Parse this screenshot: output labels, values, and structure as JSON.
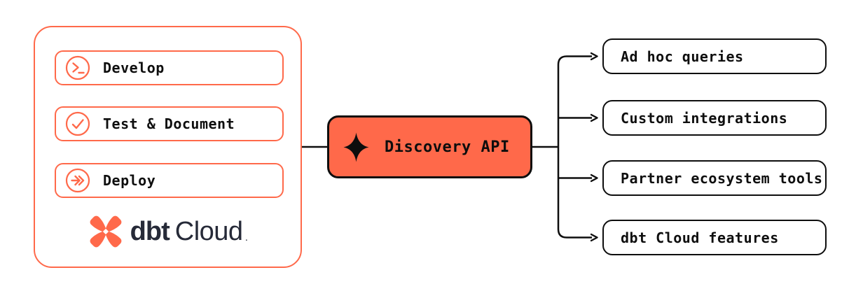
{
  "colors": {
    "accent_orange": "#FF694A",
    "ink_black": "#0E0E0E",
    "logo_navy": "#262A38",
    "background": "#FFFFFF"
  },
  "dbt_cloud_panel": {
    "stages": [
      {
        "label": "Develop",
        "icon": "terminal-prompt-icon"
      },
      {
        "label": "Test & Document",
        "icon": "checkmark-circle-icon"
      },
      {
        "label": "Deploy",
        "icon": "fast-forward-arrow-icon"
      }
    ],
    "logo": {
      "mark_icon": "dbt-pinwheel-icon",
      "bold_text": "dbt",
      "regular_text": "Cloud",
      "trademark": "."
    }
  },
  "discovery_api": {
    "label": "Discovery API",
    "icon": "sparkle-diamond-icon"
  },
  "consumers": [
    {
      "label": "Ad hoc queries"
    },
    {
      "label": "Custom integrations"
    },
    {
      "label": "Partner ecosystem tools"
    },
    {
      "label": "dbt Cloud features"
    }
  ]
}
